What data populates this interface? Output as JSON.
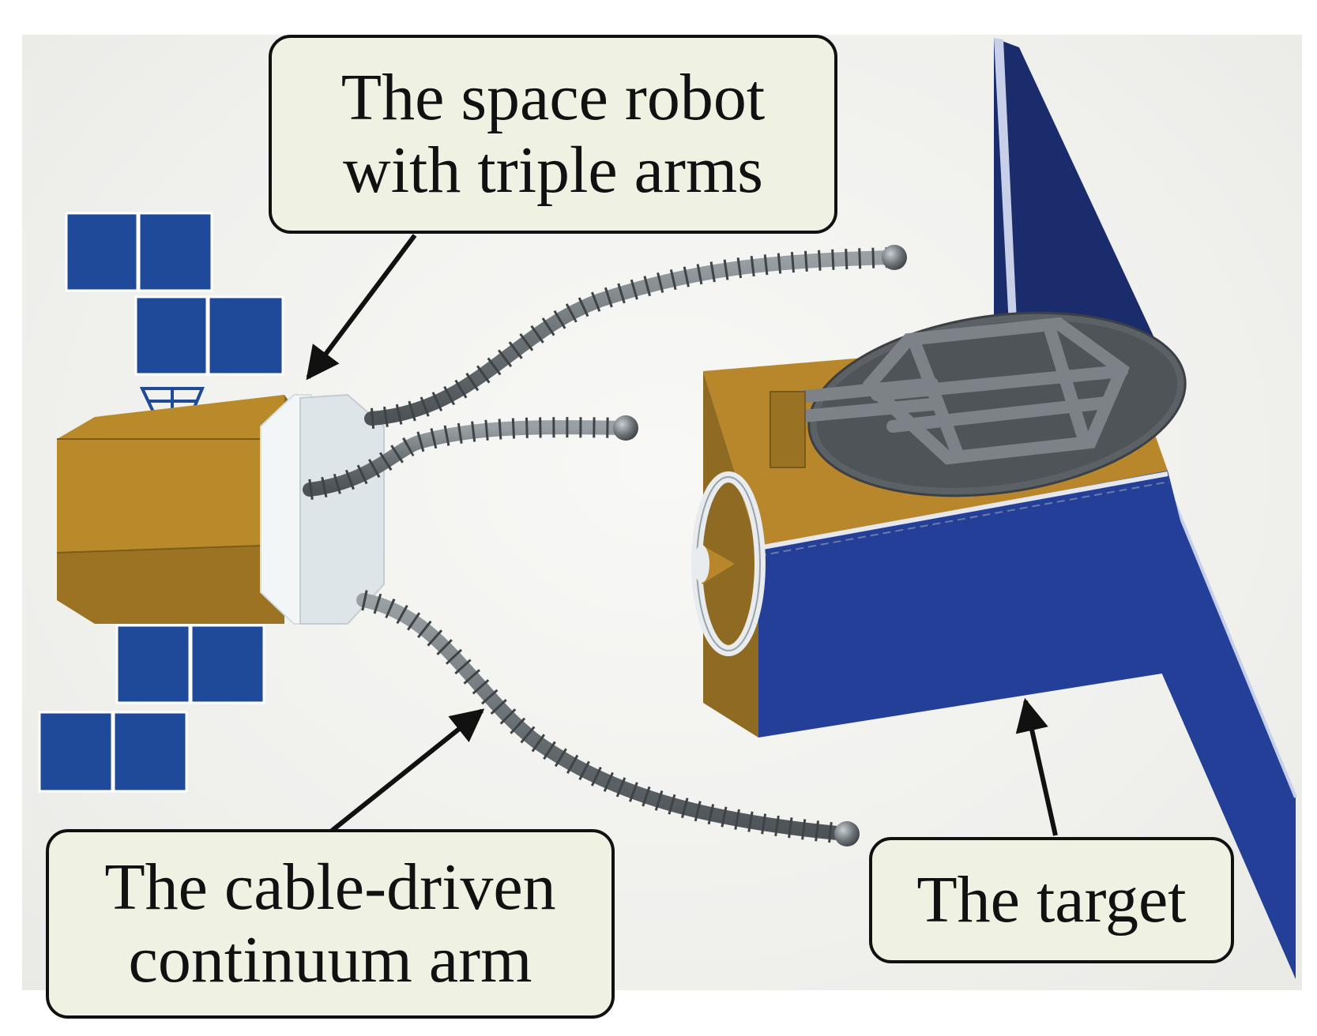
{
  "labels": {
    "robot": [
      "The space robot",
      "with triple arms"
    ],
    "arm": [
      "The cable-driven",
      "continuum arm"
    ],
    "target": [
      "The target"
    ]
  },
  "colors": {
    "solar_panel": "#1f4a9a",
    "bus_gold": "#b98a2a",
    "bus_white": "#e8eef0",
    "arm_gray": "#6b7276",
    "target_blue": "#233f97",
    "target_gold": "#b8872c",
    "frame_gray": "#5c6166",
    "callout_fill": "#eff1e2"
  }
}
